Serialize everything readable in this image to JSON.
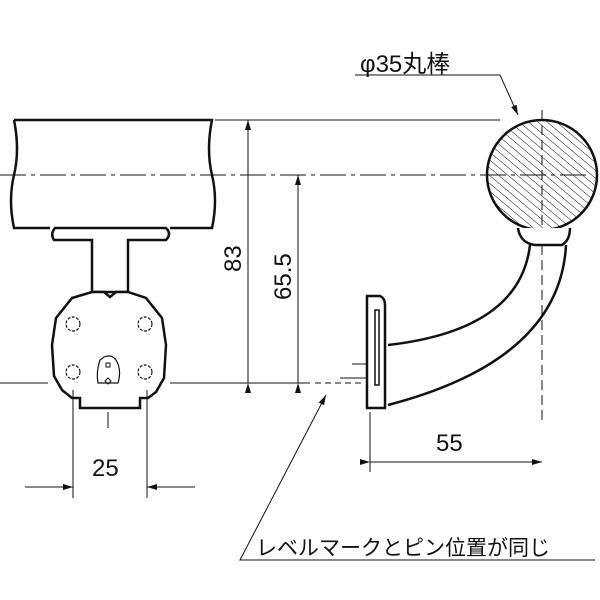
{
  "labels": {
    "rod": "φ35丸棒",
    "note": "レベルマークとピン位置が同じ"
  },
  "dimensions": {
    "height_top": "83",
    "height_center": "65.5",
    "bracket_width": "25",
    "projection": "55"
  },
  "colors": {
    "line": "#111111",
    "background": "#ffffff"
  }
}
